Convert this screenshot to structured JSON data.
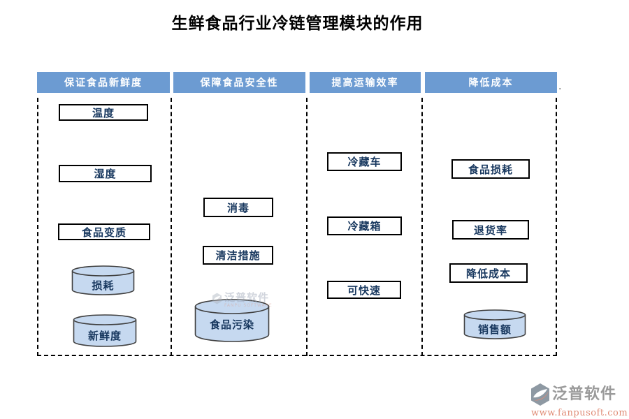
{
  "title": "生鲜食品行业冷链管理模块的作用",
  "columns": [
    {
      "header": "保证食品新鲜度",
      "items": [
        {
          "label": "温度",
          "shape": "rect"
        },
        {
          "label": "湿度",
          "shape": "rect"
        },
        {
          "label": "食品变质",
          "shape": "rect"
        },
        {
          "label": "损耗",
          "shape": "cylinder"
        },
        {
          "label": "新鲜度",
          "shape": "cylinder"
        }
      ]
    },
    {
      "header": "保障食品安全性",
      "items": [
        {
          "label": "消毒",
          "shape": "rect"
        },
        {
          "label": "清洁措施",
          "shape": "rect"
        },
        {
          "label": "食品污染",
          "shape": "cylinder"
        }
      ]
    },
    {
      "header": "提高运输效率",
      "items": [
        {
          "label": "冷藏车",
          "shape": "rect"
        },
        {
          "label": "冷藏箱",
          "shape": "rect"
        },
        {
          "label": "可快速",
          "shape": "rect"
        }
      ]
    },
    {
      "header": "降低成本",
      "items": [
        {
          "label": "食品损耗",
          "shape": "rect"
        },
        {
          "label": "退货率",
          "shape": "rect"
        },
        {
          "label": "降低成本",
          "shape": "rect"
        },
        {
          "label": "销售额",
          "shape": "cylinder"
        }
      ]
    }
  ],
  "watermark": {
    "text": "泛普软件",
    "subtext": "FANPU SOFTWARE"
  },
  "footer_logo": {
    "brand": "泛普软件",
    "url": "www.fanpusoft.com"
  },
  "stray_dot": ".",
  "colors": {
    "header_bg": "#6C9BD2",
    "box_text": "#17375E",
    "cylinder_fill": "#C6D9F0",
    "cylinder_stroke": "#404040",
    "logo_gray": "#9A9A9A",
    "logo_salmon": "#E08C76"
  }
}
